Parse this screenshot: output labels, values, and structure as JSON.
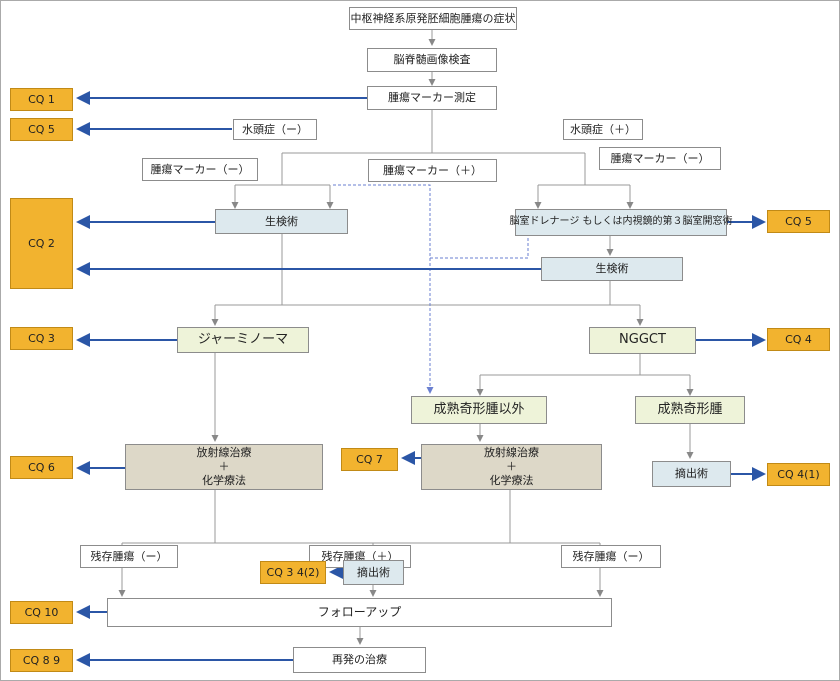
{
  "nodes": {
    "symptom": "中枢神経系原発胚細胞腫瘍の症状",
    "imaging": "脳脊髄画像検査",
    "marker_measure": "腫瘍マーカー測定",
    "hydro_neg": "水頭症（ー）",
    "hydro_pos": "水頭症（＋）",
    "marker_neg_left": "腫瘍マーカー（ー）",
    "marker_pos": "腫瘍マーカー（＋）",
    "marker_neg_right": "腫瘍マーカー（ー）",
    "biopsy1": "生検術",
    "drainage": "脳室ドレナージ もしくは内視鏡的第３脳室開窓術",
    "biopsy2": "生検術",
    "germinoma": "ジャーミノーマ",
    "nggct": "NGGCT",
    "non_mature": "成熟奇形腫以外",
    "mature": "成熟奇形腫",
    "rad_chemo_left": [
      "放射線治療",
      "＋",
      "化学療法"
    ],
    "rad_chemo_right": [
      "放射線治療",
      "＋",
      "化学療法"
    ],
    "resection_right": "摘出術",
    "residual_neg_left": "残存腫瘍（ー）",
    "residual_pos": "残存腫瘍（＋）",
    "residual_neg_right": "残存腫瘍（ー）",
    "resection_mid": "摘出術",
    "followup": "フォローアップ",
    "recurrence": "再発の治療"
  },
  "cq": {
    "cq1": "CQ 1",
    "cq5_left": "CQ 5",
    "cq2": "CQ 2",
    "cq5_right": "CQ 5",
    "cq3": "CQ 3",
    "cq4": "CQ 4",
    "cq6": "CQ 6",
    "cq7": "CQ 7",
    "cq4_1": "CQ 4(1)",
    "cq3_4_2": "CQ 3 4(2)",
    "cq10": "CQ 10",
    "cq8_9": "CQ 8 9"
  },
  "colors": {
    "cq_fill": "#f2b32f",
    "blue_box": "#dde9ee",
    "green_box": "#eef3d9",
    "tan_box": "#ddd8c8",
    "arrow_blue": "#2b56a6"
  }
}
